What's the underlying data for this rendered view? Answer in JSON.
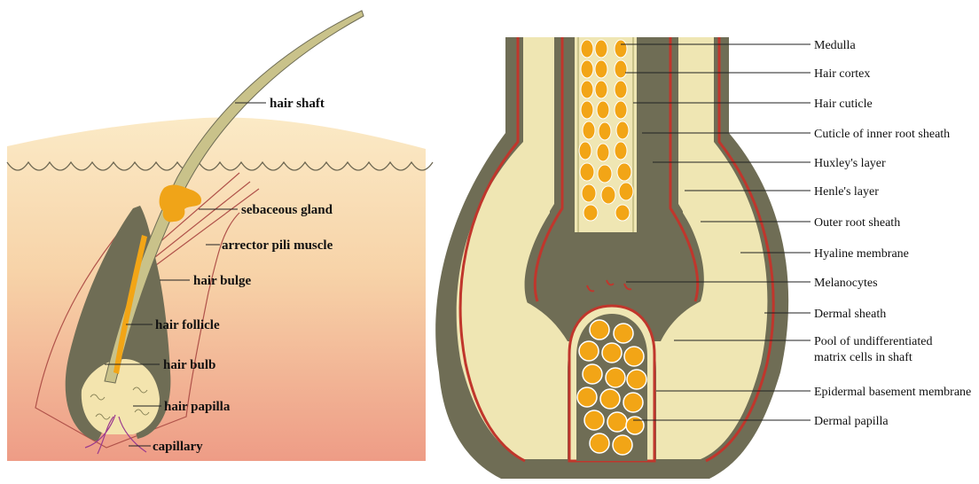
{
  "left_panel": {
    "labels": {
      "hair_shaft": "hair shaft",
      "sebaceous_gland": "sebaceous gland",
      "arrector_pili_muscle": "arrector pili muscle",
      "hair_bulge": "hair bulge",
      "hair_follicle": "hair follicle",
      "hair_bulb": "hair bulb",
      "hair_papilla": "hair papilla",
      "capillary": "capillary"
    }
  },
  "right_panel": {
    "labels": {
      "medulla": "Medulla",
      "hair_cortex": "Hair cortex",
      "hair_cuticle": "Hair cuticle",
      "cuticle_inner_root_sheath": "Cuticle of inner root sheath",
      "huxleys_layer": "Huxley's layer",
      "henles_layer": "Henle's layer",
      "outer_root_sheath": "Outer root sheath",
      "hyaline_membrane": "Hyaline membrane",
      "melanocytes": "Melanocytes",
      "dermal_sheath": "Dermal sheath",
      "pool_line1": "Pool of undifferentiated",
      "pool_line2": "matrix cells in shaft",
      "epidermal_basement_membrane": "Epidermal basement membrane",
      "dermal_papilla": "Dermal papilla"
    }
  },
  "colors": {
    "skin_top": "#fbe9c3",
    "skin_bottom": "#eea28c",
    "follicle_dark": "#6f6d55",
    "hair_shaft": "#c9c28a",
    "cream": "#efe6b3",
    "red_line": "#c0362c",
    "orange": "#f2a516",
    "gland": "#f0a418"
  }
}
